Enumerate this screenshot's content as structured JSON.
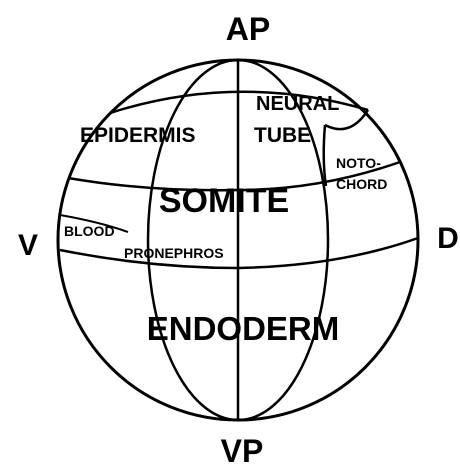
{
  "poles": {
    "animal": "AP",
    "vegetal": "VP",
    "ventral": "V",
    "dorsal": "D"
  },
  "regions": {
    "epidermis": "EPIDERMIS",
    "neural_tube_1": "NEURAL",
    "neural_tube_2": "TUBE",
    "notochord_1": "NOTO-",
    "notochord_2": "CHORD",
    "somite": "SOMITE",
    "blood": "BLOOD",
    "pronephros": "PRONEPHROS",
    "endoderm": "ENDODERM"
  }
}
